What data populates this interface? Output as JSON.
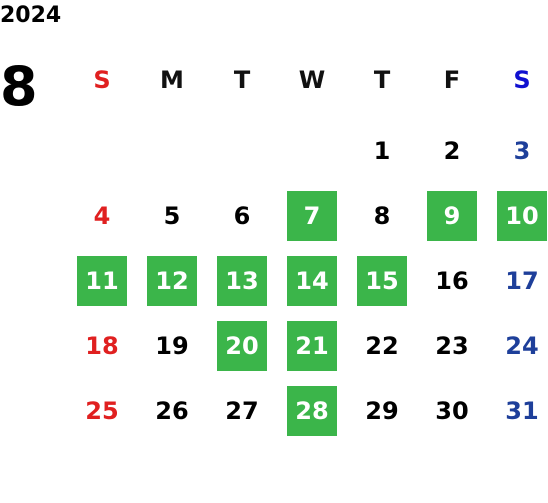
{
  "year": "2024",
  "month": "8",
  "weekdays": [
    "S",
    "M",
    "T",
    "W",
    "T",
    "F",
    "S"
  ],
  "colors": {
    "sunday": "#e02020",
    "saturday": "#1e3f9a",
    "highlight": "#3bb54a"
  },
  "days": [
    {
      "d": "1",
      "col": 4,
      "row": 0,
      "hl": false
    },
    {
      "d": "2",
      "col": 5,
      "row": 0,
      "hl": false
    },
    {
      "d": "3",
      "col": 6,
      "row": 0,
      "hl": false
    },
    {
      "d": "4",
      "col": 0,
      "row": 1,
      "hl": false
    },
    {
      "d": "5",
      "col": 1,
      "row": 1,
      "hl": false
    },
    {
      "d": "6",
      "col": 2,
      "row": 1,
      "hl": false
    },
    {
      "d": "7",
      "col": 3,
      "row": 1,
      "hl": true
    },
    {
      "d": "8",
      "col": 4,
      "row": 1,
      "hl": false
    },
    {
      "d": "9",
      "col": 5,
      "row": 1,
      "hl": true
    },
    {
      "d": "10",
      "col": 6,
      "row": 1,
      "hl": true
    },
    {
      "d": "11",
      "col": 0,
      "row": 2,
      "hl": true
    },
    {
      "d": "12",
      "col": 1,
      "row": 2,
      "hl": true
    },
    {
      "d": "13",
      "col": 2,
      "row": 2,
      "hl": true
    },
    {
      "d": "14",
      "col": 3,
      "row": 2,
      "hl": true
    },
    {
      "d": "15",
      "col": 4,
      "row": 2,
      "hl": true
    },
    {
      "d": "16",
      "col": 5,
      "row": 2,
      "hl": false
    },
    {
      "d": "17",
      "col": 6,
      "row": 2,
      "hl": false
    },
    {
      "d": "18",
      "col": 0,
      "row": 3,
      "hl": false
    },
    {
      "d": "19",
      "col": 1,
      "row": 3,
      "hl": false
    },
    {
      "d": "20",
      "col": 2,
      "row": 3,
      "hl": true
    },
    {
      "d": "21",
      "col": 3,
      "row": 3,
      "hl": true
    },
    {
      "d": "22",
      "col": 4,
      "row": 3,
      "hl": false
    },
    {
      "d": "23",
      "col": 5,
      "row": 3,
      "hl": false
    },
    {
      "d": "24",
      "col": 6,
      "row": 3,
      "hl": false
    },
    {
      "d": "25",
      "col": 0,
      "row": 4,
      "hl": false
    },
    {
      "d": "26",
      "col": 1,
      "row": 4,
      "hl": false
    },
    {
      "d": "27",
      "col": 2,
      "row": 4,
      "hl": false
    },
    {
      "d": "28",
      "col": 3,
      "row": 4,
      "hl": true
    },
    {
      "d": "29",
      "col": 4,
      "row": 4,
      "hl": false
    },
    {
      "d": "30",
      "col": 5,
      "row": 4,
      "hl": false
    },
    {
      "d": "31",
      "col": 6,
      "row": 4,
      "hl": false
    }
  ]
}
